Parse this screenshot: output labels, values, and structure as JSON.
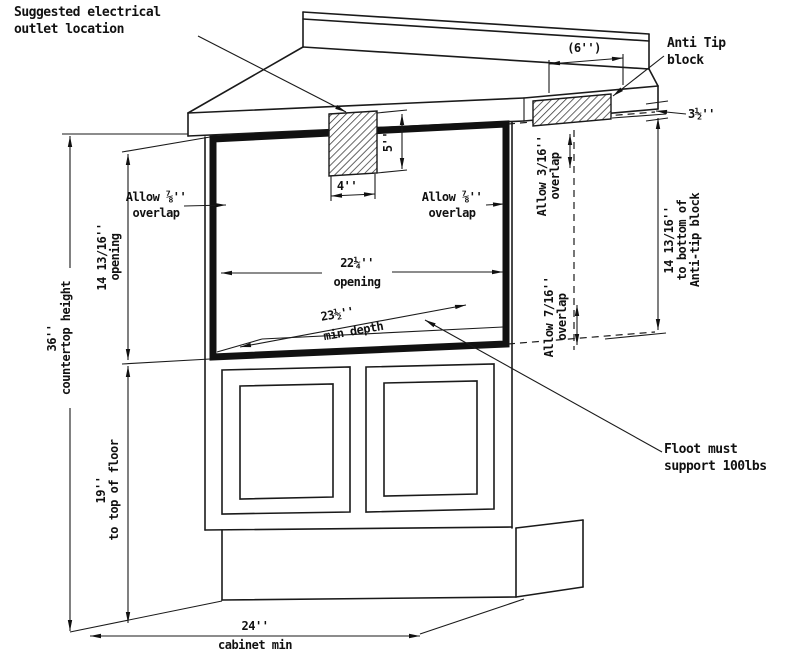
{
  "diagram": {
    "colors": {
      "ink": "#111111",
      "background": "#ffffff"
    },
    "labels": {
      "outlet_l1": "Suggested electrical",
      "outlet_l2": "outlet location",
      "antitip_l1": "Anti Tip",
      "antitip_l2": "block",
      "dim_6in": "(6'')",
      "dim_3_5in": "3½''",
      "allow78_left_l1": "Allow ⅞''",
      "allow78_left_l2": "overlap",
      "allow78_right_l1": "Allow ⅞''",
      "allow78_right_l2": "overlap",
      "dim_4in": "4''",
      "dim_5in": "5''",
      "allow316_l1": "Allow 3/16''",
      "allow316_l2": "overlap",
      "allow716_l1": "Allow 7/16''",
      "allow716_l2": "overlap",
      "opening_v_l1": "14 13/16''",
      "opening_v_l2": "opening",
      "opening_h_l1": "22¼''",
      "opening_h_l2": "opening",
      "min_depth_l1": "23½''",
      "min_depth_l2": "min depth",
      "antitip_dim_l1": "14 13/16''",
      "antitip_dim_l2": "to bottom of",
      "antitip_dim_l3": "Anti-tip block",
      "countertop_l1": "36''",
      "countertop_l2": "countertop height",
      "floor19_l1": "19''",
      "floor19_l2": "to top of floor",
      "floor_support_l1": "Floot must",
      "floor_support_l2": "support 100lbs",
      "cabinet_min_l1": "24''",
      "cabinet_min_l2": "cabinet min"
    }
  }
}
